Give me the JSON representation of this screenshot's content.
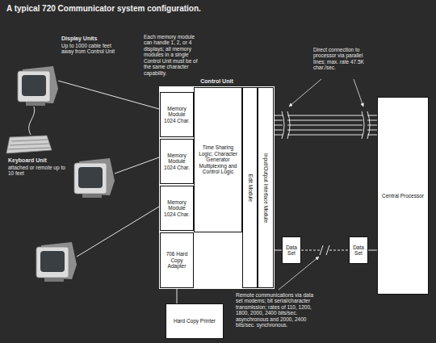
{
  "diagram": {
    "title": "A typical 720 Communicator system configuration.",
    "nodes": [
      {
        "text": [
          "Control Unit"
        ]
      },
      {
        "text": [
          "Memory Module 1024 Char."
        ],
        "in": 0
      },
      {
        "text": [
          "Memory Module 1024 Char."
        ],
        "in": 0
      },
      {
        "text": [
          "Memory Module 1024 Char."
        ],
        "in": 0
      },
      {
        "text": [
          "706 Hard Copy Adapter"
        ],
        "in": 0
      },
      {
        "text": [
          "Time Sharing Logic; Character Generator Multiplexing and Control Logic"
        ],
        "in": 0
      },
      {
        "text": [
          "Edit Module"
        ],
        "in": 0
      },
      {
        "text": [
          "Input/Output Interface Module"
        ],
        "in": 0
      },
      {
        "text": [
          "Data Set"
        ]
      },
      {
        "text": [
          "Data Set"
        ]
      },
      {
        "text": [
          "Central Processor"
        ]
      },
      {
        "text": [
          "Hard Copy Printer"
        ]
      }
    ],
    "edges": [
      {
        "from": 7,
        "to": 10,
        "arrow": "none"
      },
      {
        "from": 7,
        "to": 8,
        "arrow": "none"
      },
      {
        "from": 8,
        "to": 9,
        "arrow": "none"
      },
      {
        "from": 9,
        "to": 10,
        "arrow": "none"
      },
      {
        "from": 4,
        "to": 11,
        "arrow": "none"
      }
    ],
    "labels": [
      "Display Units",
      "Up to 1000 cable feet away from Control Unit",
      "Keyboard Unit",
      "attached or remote up to 10 feet",
      "Each memory module can handle 1, 2, or 4 displays; all memory modules in a single Control Unit must be of the same character capability.",
      "Direct connection to processor via parallel lines; max. rate 47.5K char./sec.",
      "Remote communications via data set modems; bit serial/character transmission; rates of 110, 1200, 1800, 2000, 2400 bits/sec. asynchronous and 2000, 2400 bits/sec. synchronous."
    ]
  }
}
